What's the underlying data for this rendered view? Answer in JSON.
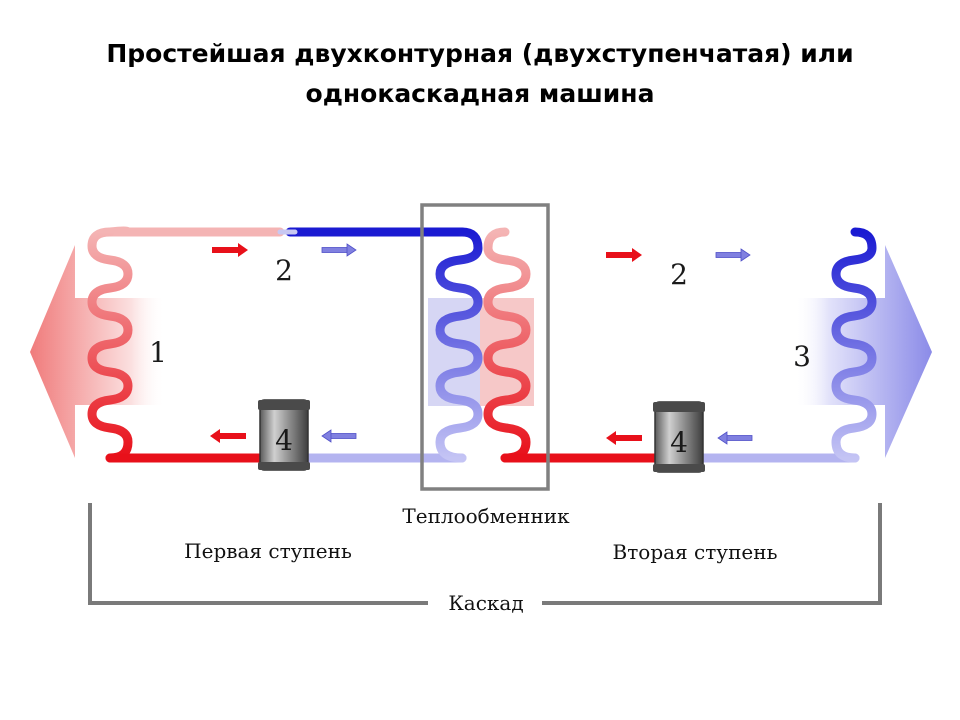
{
  "title": {
    "line1": "Простейшая двухконтурная (двухступенчатая) или",
    "line2": "однокаскадная машина"
  },
  "numbers": {
    "condenser": "1",
    "expansion": "2",
    "evaporator": "3",
    "compressor": "4"
  },
  "labels": {
    "heat_exchanger": "Теплообменник",
    "first_stage": "Первая ступень",
    "second_stage": "Вторая ступень",
    "cascade": "Каскад"
  },
  "colors": {
    "hot": "#e8101a",
    "hot_light": "#f4b4b4",
    "cold": "#1a1ad2",
    "cold_light": "#b4b4f0",
    "frame": "#777777",
    "bracket": "#7a7a7a"
  }
}
